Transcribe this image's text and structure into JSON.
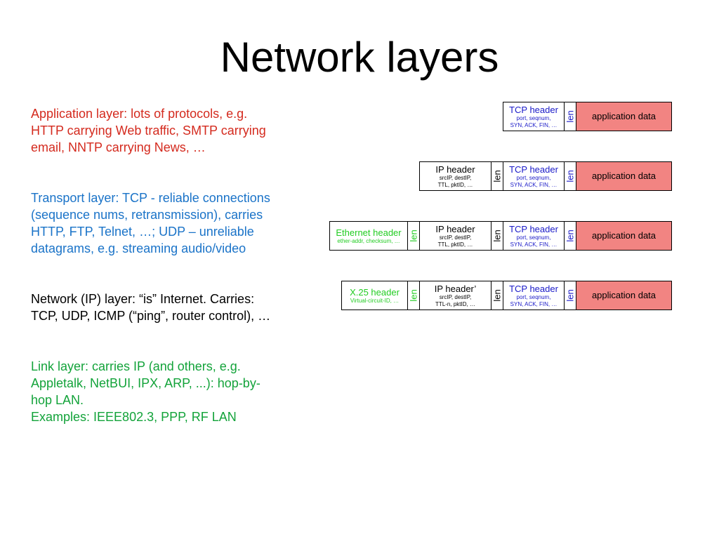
{
  "title": "Network layers",
  "paragraphs": {
    "application": {
      "lines": [
        "Application layer: lots of protocols, e.g.",
        "HTTP carrying Web traffic, SMTP carrying",
        "email, NNTP carrying News, …"
      ],
      "color": "#d42a1e"
    },
    "transport": {
      "lines": [
        "Transport layer: TCP - reliable connections",
        "(sequence nums, retransmission), carries",
        "HTTP, FTP, Telnet, …; UDP – unreliable",
        "datagrams, e.g. streaming audio/video"
      ],
      "color": "#1a73c8"
    },
    "network": {
      "lines": [
        "Network (IP) layer: “is” Internet. Carries:",
        "TCP, UDP, ICMP (“ping”, router control), …"
      ],
      "color": "#000000"
    },
    "link": {
      "lines": [
        "Link layer: carries IP (and others, e.g.",
        "Appletalk, NetBUI, IPX, ARP, ...): hop-by-",
        "hop LAN.",
        "Examples: IEEE802.3, PPP, RF LAN"
      ],
      "color": "#13a33a"
    }
  },
  "headers": {
    "tcp": {
      "name": "TCP header",
      "fields1": "port, seqnum,",
      "fields2": "SYN, ACK, FIN, …",
      "color": "#1a1ac8"
    },
    "ip": {
      "name": "IP header",
      "fields1": "srcIP, destIP,",
      "fields2": "TTL, pktID, …",
      "color": "#000000"
    },
    "ip_prime": {
      "name": "IP header’",
      "fields1": "srcIP, destIP,",
      "fields2": "TTL-n, pktID, …",
      "color": "#000000"
    },
    "ethernet": {
      "name": "Ethernet header",
      "fields1": "ether-addr, checksum, …",
      "color": "#22cc22"
    },
    "x25": {
      "name": "X.25 header",
      "fields1": "Virtual-circuit-ID, …",
      "color": "#22cc22"
    },
    "len": "len",
    "app": {
      "name": "application data",
      "color": "#f28482"
    }
  }
}
